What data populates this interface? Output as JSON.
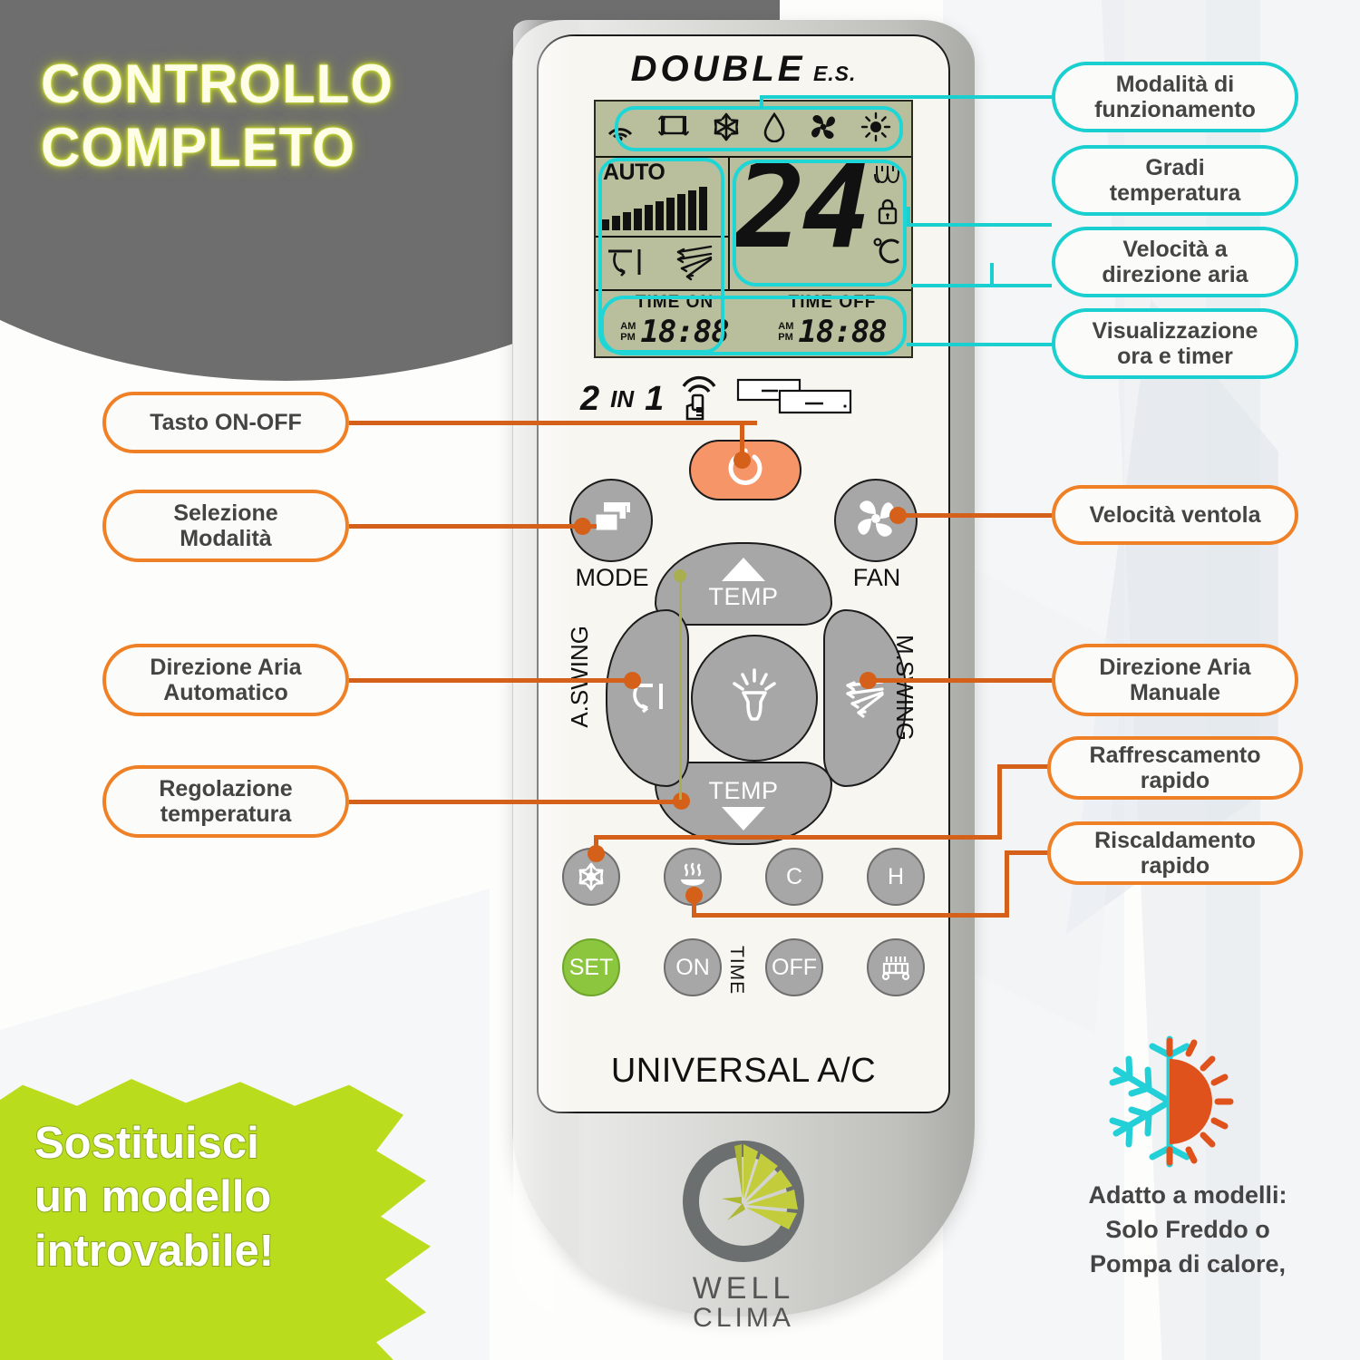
{
  "hero": {
    "line1": "CONTROLLO",
    "line2": "COMPLETO"
  },
  "remote": {
    "brand_main": "DOUBLE",
    "brand_sub": "E.S.",
    "footer_label": "UNIVERSAL A/C",
    "two_in_one": {
      "num1": "2",
      "in": "IN",
      "num2": "1"
    },
    "logo": {
      "line1": "WELL",
      "line2": "CLIMA"
    },
    "lcd": {
      "mode_icons": [
        "wifi-signal-icon",
        "auto-mode-icon",
        "snowflake-cool-icon",
        "water-drop-dry-icon",
        "fan-icon",
        "sun-heat-icon"
      ],
      "fan_label": "AUTO",
      "fan_bars": [
        12,
        16,
        20,
        24,
        28,
        32,
        36,
        40,
        44,
        48
      ],
      "swing_icons": [
        "auto-swing-icon",
        "manual-swing-icon"
      ],
      "temperature": "24",
      "side_icons": [
        "coil-icon",
        "lock-icon",
        "degree-celsius-icon"
      ],
      "timer_on_title": "TIME  ON",
      "timer_off_title": "TIME  OFF",
      "am_label": "AM",
      "pm_label": "PM",
      "timer_on_value": "18:88",
      "timer_off_value": "18:88"
    },
    "buttons": {
      "power": "power-icon",
      "mode_caption": "MODE",
      "fan_caption": "FAN",
      "temp_up": "TEMP",
      "temp_down": "TEMP",
      "a_swing_caption": "A.SWING",
      "m_swing_caption": "M.SWING",
      "row_a": [
        "snowflake-icon",
        "heat-waves-icon",
        "C",
        "H"
      ],
      "row_b": [
        "SET",
        "ON",
        "OFF",
        "coil-icon"
      ],
      "time_caption": "TIME"
    }
  },
  "callouts_left": [
    {
      "label": "Tasto ON-OFF"
    },
    {
      "label": "Selezione\nModalità"
    },
    {
      "label": "Direzione Aria\nAutomatico"
    },
    {
      "label": "Regolazione\ntemperatura"
    }
  ],
  "callouts_right_teal": [
    {
      "label": "Modalità di\nfunzionamento"
    },
    {
      "label": "Gradi\ntemperatura"
    },
    {
      "label": "Velocità a\ndirezione aria"
    },
    {
      "label": "Visualizzazione\nora e timer"
    }
  ],
  "callouts_right_orange": [
    {
      "label": "Velocità ventola"
    },
    {
      "label": "Direzione Aria\nManuale"
    },
    {
      "label": "Raffrescamento\nrapido"
    },
    {
      "label": "Riscaldamento\nrapido"
    }
  ],
  "burst": {
    "line1": "Sostituisci",
    "line2": "un modello",
    "line3": "introvabile!"
  },
  "bottom_right": {
    "icon": "snowflake-sun-icon",
    "line1": "Adatto a modelli:",
    "line2": "Solo Freddo o",
    "line3": "Pompa di calore,"
  },
  "colors": {
    "header_gray": "#6e6e6e",
    "lime": "#b9dd1d",
    "teal": "#19cfcf",
    "orange": "#d4601a",
    "power_orange": "#f59568",
    "set_green": "#8cc63e",
    "lcd_green": "#b9bf9c",
    "button_gray": "#a7a7a7"
  }
}
